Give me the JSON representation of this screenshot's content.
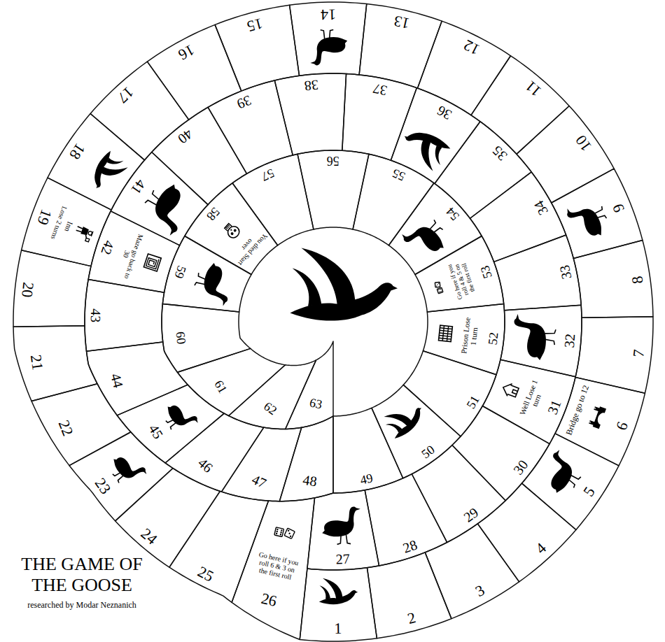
{
  "diagram": {
    "title": "THE GAME OF THE GOOSE",
    "caption": "researched by Modar Neznanich",
    "nodes": [
      {
        "text": [
          "1"
        ]
      },
      {
        "text": [
          "2"
        ]
      },
      {
        "text": [
          "3"
        ]
      },
      {
        "text": [
          "4"
        ]
      },
      {
        "text": [
          "5"
        ]
      },
      {
        "text": [
          "6",
          "Bridge go to 12"
        ]
      },
      {
        "text": [
          "7"
        ]
      },
      {
        "text": [
          "8"
        ]
      },
      {
        "text": [
          "9"
        ]
      },
      {
        "text": [
          "10"
        ]
      },
      {
        "text": [
          "11"
        ]
      },
      {
        "text": [
          "12"
        ]
      },
      {
        "text": [
          "13"
        ]
      },
      {
        "text": [
          "14"
        ]
      },
      {
        "text": [
          "15"
        ]
      },
      {
        "text": [
          "16"
        ]
      },
      {
        "text": [
          "17"
        ]
      },
      {
        "text": [
          "18"
        ]
      },
      {
        "text": [
          "19",
          "Inn",
          "Lose 2 turns"
        ]
      },
      {
        "text": [
          "20"
        ]
      },
      {
        "text": [
          "21"
        ]
      },
      {
        "text": [
          "22"
        ]
      },
      {
        "text": [
          "23"
        ]
      },
      {
        "text": [
          "24"
        ]
      },
      {
        "text": [
          "25"
        ]
      },
      {
        "text": [
          "26",
          "Go here if you roll 6 & 3 on the first roll"
        ]
      },
      {
        "text": [
          "27"
        ]
      },
      {
        "text": [
          "28"
        ]
      },
      {
        "text": [
          "29"
        ]
      },
      {
        "text": [
          "30"
        ]
      },
      {
        "text": [
          "31",
          "Well Lose 1 turn"
        ]
      },
      {
        "text": [
          "32"
        ]
      },
      {
        "text": [
          "33"
        ]
      },
      {
        "text": [
          "34"
        ]
      },
      {
        "text": [
          "35"
        ]
      },
      {
        "text": [
          "36"
        ]
      },
      {
        "text": [
          "37"
        ]
      },
      {
        "text": [
          "38"
        ]
      },
      {
        "text": [
          "39"
        ]
      },
      {
        "text": [
          "40"
        ]
      },
      {
        "text": [
          "41"
        ]
      },
      {
        "text": [
          "42",
          "Maze go back to 30"
        ]
      },
      {
        "text": [
          "43"
        ]
      },
      {
        "text": [
          "44"
        ]
      },
      {
        "text": [
          "45"
        ]
      },
      {
        "text": [
          "46"
        ]
      },
      {
        "text": [
          "47"
        ]
      },
      {
        "text": [
          "48"
        ]
      },
      {
        "text": [
          "49"
        ]
      },
      {
        "text": [
          "50"
        ]
      },
      {
        "text": [
          "51"
        ]
      },
      {
        "text": [
          "52",
          "Prison Lose 1 turn"
        ]
      },
      {
        "text": [
          "53",
          "Go here if you roll 4 & 5 on the first roll"
        ]
      },
      {
        "text": [
          "54"
        ]
      },
      {
        "text": [
          "55"
        ]
      },
      {
        "text": [
          "56"
        ]
      },
      {
        "text": [
          "57"
        ]
      },
      {
        "text": [
          "58",
          "You died Start over"
        ]
      },
      {
        "text": [
          "59"
        ]
      },
      {
        "text": [
          "60"
        ]
      },
      {
        "text": [
          "61"
        ]
      },
      {
        "text": [
          "62"
        ]
      },
      {
        "text": [
          "63"
        ]
      }
    ]
  }
}
